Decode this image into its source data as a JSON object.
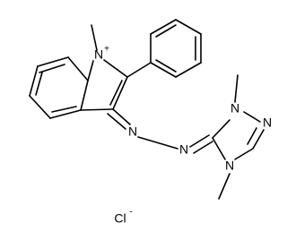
{
  "labels": {
    "n_indolium": "N",
    "n_indolium_charge": "+",
    "n_azo_1": "N",
    "n_azo_2": "N",
    "n_triazole_1": "N",
    "n_triazole_2": "N",
    "n_triazole_4": "N",
    "counterion": "Cl",
    "counterion_charge": "-"
  }
}
